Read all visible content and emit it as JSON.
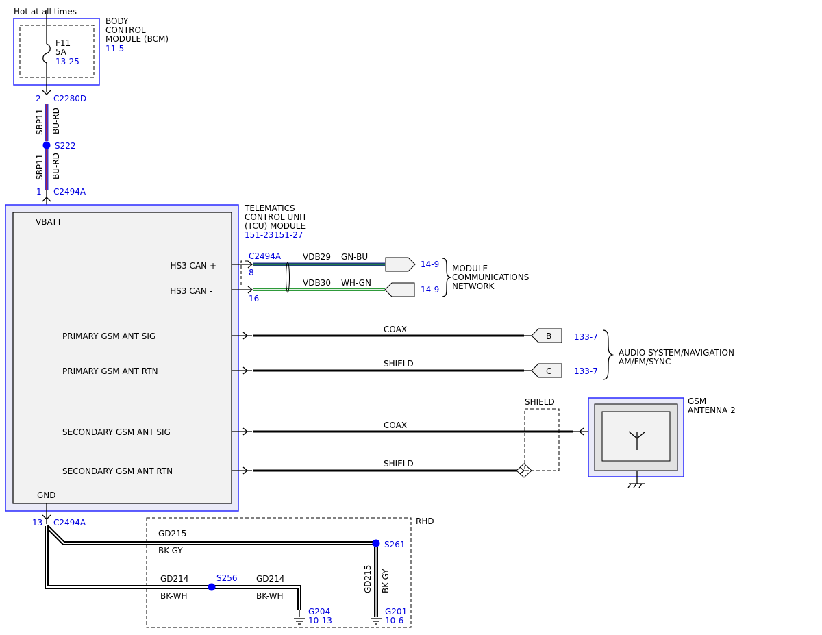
{
  "header": {
    "hot_label": "Hot at all times"
  },
  "bcm": {
    "title_lines": [
      "BODY",
      "CONTROL",
      "MODULE (BCM)"
    ],
    "ref": "11-5",
    "fuse": {
      "name": "F11",
      "rating": "5A",
      "ref": "13-25"
    }
  },
  "power_feed": {
    "upper_pin": "2",
    "upper_connector": "C2280D",
    "splice": "S222",
    "lower_pin": "1",
    "lower_connector": "C2494A",
    "circuit": "SBP11",
    "color": "BU-RD"
  },
  "tcu": {
    "title_lines": [
      "TELEMATICS",
      "CONTROL UNIT",
      "(TCU) MODULE"
    ],
    "refs": [
      "151-23",
      "151-27"
    ],
    "pins": {
      "vbatt": "VBATT",
      "can_plus": "HS3 CAN +",
      "can_minus": "HS3 CAN -",
      "primary_sig": "PRIMARY GSM ANT SIG",
      "primary_rtn": "PRIMARY GSM ANT RTN",
      "secondary_sig": "SECONDARY GSM ANT SIG",
      "secondary_rtn": "SECONDARY GSM ANT RTN",
      "gnd": "GND"
    }
  },
  "can": {
    "connector": "C2494A",
    "plus_pin": "8",
    "minus_pin": "16",
    "plus_circuit": "VDB29",
    "plus_color": "GN-BU",
    "minus_circuit": "VDB30",
    "minus_color": "WH-GN",
    "plus_ref": "14-9",
    "minus_ref": "14-9",
    "network_lines": [
      "MODULE",
      "COMMUNICATIONS",
      "NETWORK"
    ]
  },
  "antenna_wires": {
    "primary_sig": {
      "label": "COAX",
      "connector": "B",
      "ref": "133-7"
    },
    "primary_rtn": {
      "label": "SHIELD",
      "connector": "C",
      "ref": "133-7"
    },
    "secondary_sig": {
      "label": "COAX"
    },
    "secondary_rtn": {
      "label": "SHIELD"
    },
    "audio_lines": [
      "AUDIO SYSTEM/NAVIGATION -",
      "AM/FM/SYNC"
    ],
    "shield_label": "SHIELD"
  },
  "gsm_antenna": {
    "title_lines": [
      "GSM",
      "ANTENNA 2"
    ]
  },
  "ground": {
    "pin": "13",
    "connector": "C2494A",
    "rhd_label": "RHD",
    "gd215": {
      "circuit": "GD215",
      "color": "BK-GY"
    },
    "splice_s261": "S261",
    "gd214_left": {
      "circuit": "GD214",
      "color": "BK-WH"
    },
    "splice_s256": "S256",
    "gd214_right": {
      "circuit": "GD214",
      "color": "BK-WH"
    },
    "g204": {
      "name": "G204",
      "ref": "10-13"
    },
    "g201": {
      "name": "G201",
      "ref": "10-6"
    }
  },
  "colors": {
    "module_outline": "#2a2aff",
    "module_fill": "#f2f2f2",
    "bu_rd_blue": "#3b35c8",
    "bu_rd_red": "#d21a1a",
    "gn_bu_green": "#1f7a4a",
    "gn_bu_blue": "#1e2a8a",
    "wh_gn_green": "#2e9a3a",
    "splice_dot": "#0000ff",
    "reference_blue": "#0000e0"
  }
}
